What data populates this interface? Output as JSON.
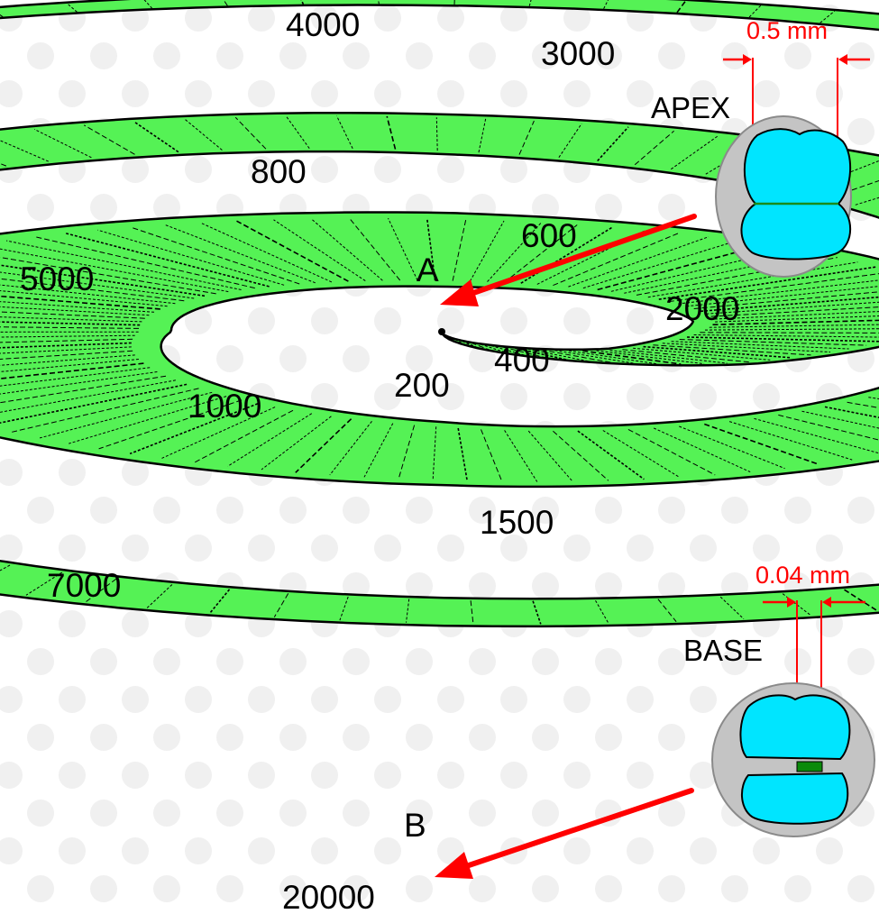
{
  "frequency_labels": [
    "4000",
    "3000",
    "800",
    "600",
    "5000",
    "2000",
    "400",
    "200",
    "1000",
    "1500",
    "7000",
    "20000"
  ],
  "markers": {
    "apex_point": "A",
    "base_point": "B"
  },
  "apex_panel": {
    "title": "APEX",
    "width_label": "0.5 mm"
  },
  "base_panel": {
    "title": "BASE",
    "width_label": "0.04 mm"
  },
  "colors": {
    "membrane": "#55f255",
    "fluid": "#00e5ff",
    "bone": "#c4c4c4",
    "arrow": "#ff0000",
    "dimension": "#ff0000"
  }
}
